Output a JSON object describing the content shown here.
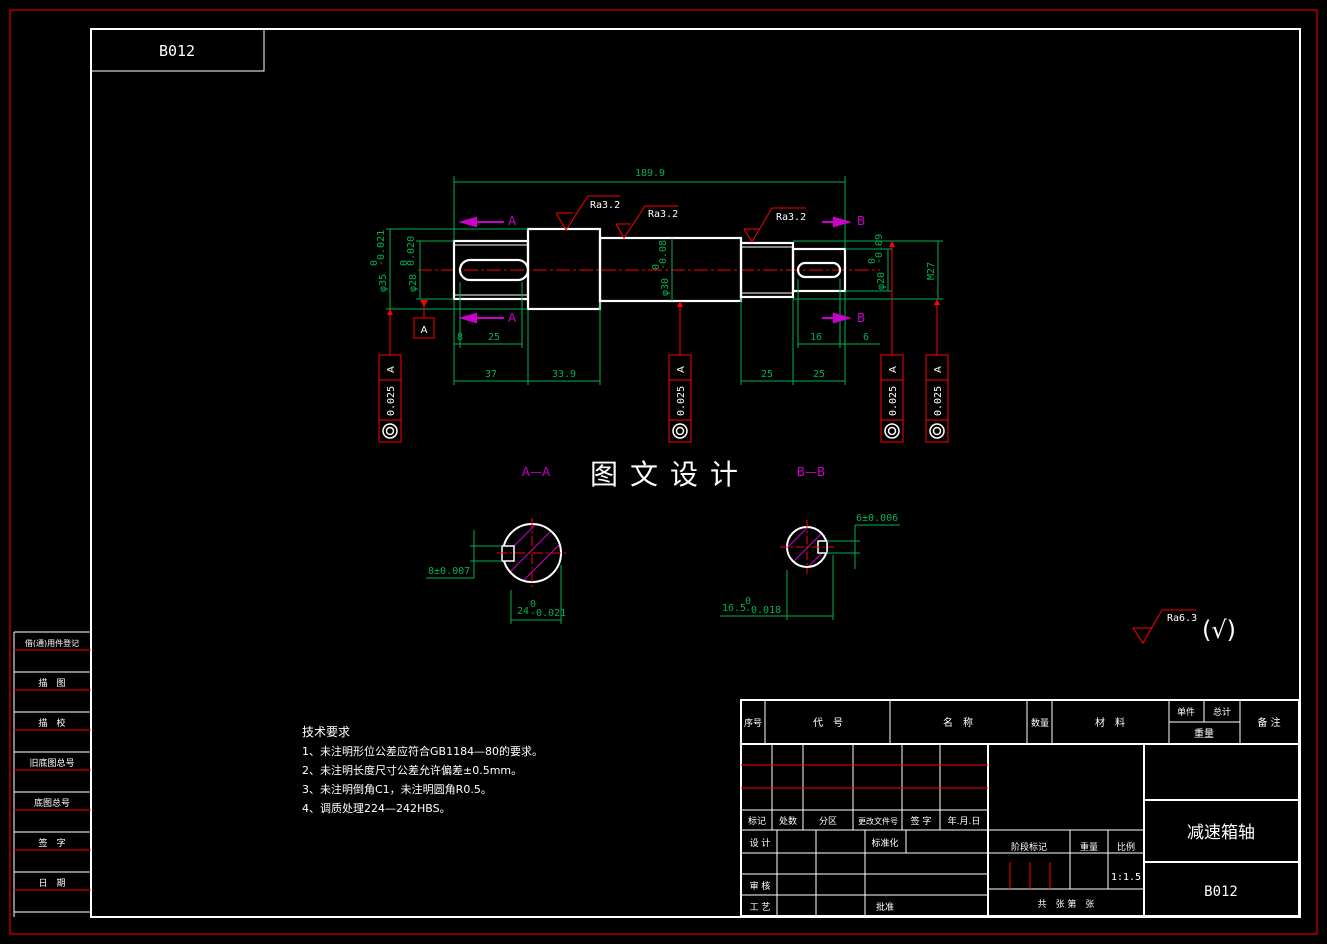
{
  "drawing_code": "B012",
  "watermark": "图文设计",
  "section_labels": {
    "aa": "A—A",
    "bb": "B—B"
  },
  "cut_markers": {
    "a": "A",
    "b": "B"
  },
  "datum": "A",
  "dimensions": {
    "overall": "189.9",
    "d1": "φ35",
    "d2": "φ28",
    "d3": "φ30",
    "d4": "φ20",
    "m27": "M27",
    "d1_tol": "-0.021",
    "d2_tol": "0.020",
    "d3_tol": "-0.08",
    "d4_tol": "-0.09",
    "d_lower": "0",
    "ls8": "8",
    "ls25": "25",
    "ls37": "37",
    "l339": "33.9",
    "rs16": "16",
    "rs6": "6",
    "r25a": "25",
    "r25b": "25",
    "a_key": "8±0.007",
    "a_depth": "24",
    "a_depth_tol": "-0.021",
    "b_key": "6±0.006",
    "b_depth": "16.5",
    "b_depth_tol": "-0.018",
    "tol_zero": "0"
  },
  "roughness": [
    "Ra3.2",
    "Ra3.2",
    "Ra3.2"
  ],
  "general_roughness": "Ra6.3",
  "general_roughness_symbol": "(√)",
  "tolerance_frames": [
    {
      "value": "0.025",
      "datum": "A"
    },
    {
      "value": "0.025",
      "datum": "A"
    },
    {
      "value": "0.025",
      "datum": "A"
    },
    {
      "value": "0.025",
      "datum": "A"
    }
  ],
  "tech_requirements": {
    "title": "技术要求",
    "items": [
      "1、未注明形位公差应符合GB1184—80的要求。",
      "2、未注明长度尺寸公差允许偏差±0.5mm。",
      "3、未注明倒角C1，未注明圆角R0.5。",
      "4、调质处理224—242HBS。"
    ]
  },
  "left_strip": [
    "借(通)用件登记",
    "描　图",
    "描　校",
    "旧底图总号",
    "底图总号",
    "签　字",
    "日　期"
  ],
  "parts_header": {
    "seq": "序号",
    "code": "代　号",
    "name": "名　称",
    "qty": "数量",
    "material": "材　料",
    "unit": "单件",
    "total": "总计",
    "weight": "重量",
    "remark": "备 注"
  },
  "title_block": {
    "mark": "标记",
    "count": "处数",
    "zone": "分区",
    "doc": "更改文件号",
    "sign": "签 字",
    "date": "年.月.日",
    "design": "设 计",
    "std": "标准化",
    "review": "审 核",
    "process": "工 艺",
    "approve": "批准",
    "stage": "阶段标记",
    "weight": "重量",
    "scale_label": "比例",
    "scale": "1:1.5",
    "sheets": "共　张 第　张",
    "part_name": "减速箱轴",
    "code": "B012"
  }
}
